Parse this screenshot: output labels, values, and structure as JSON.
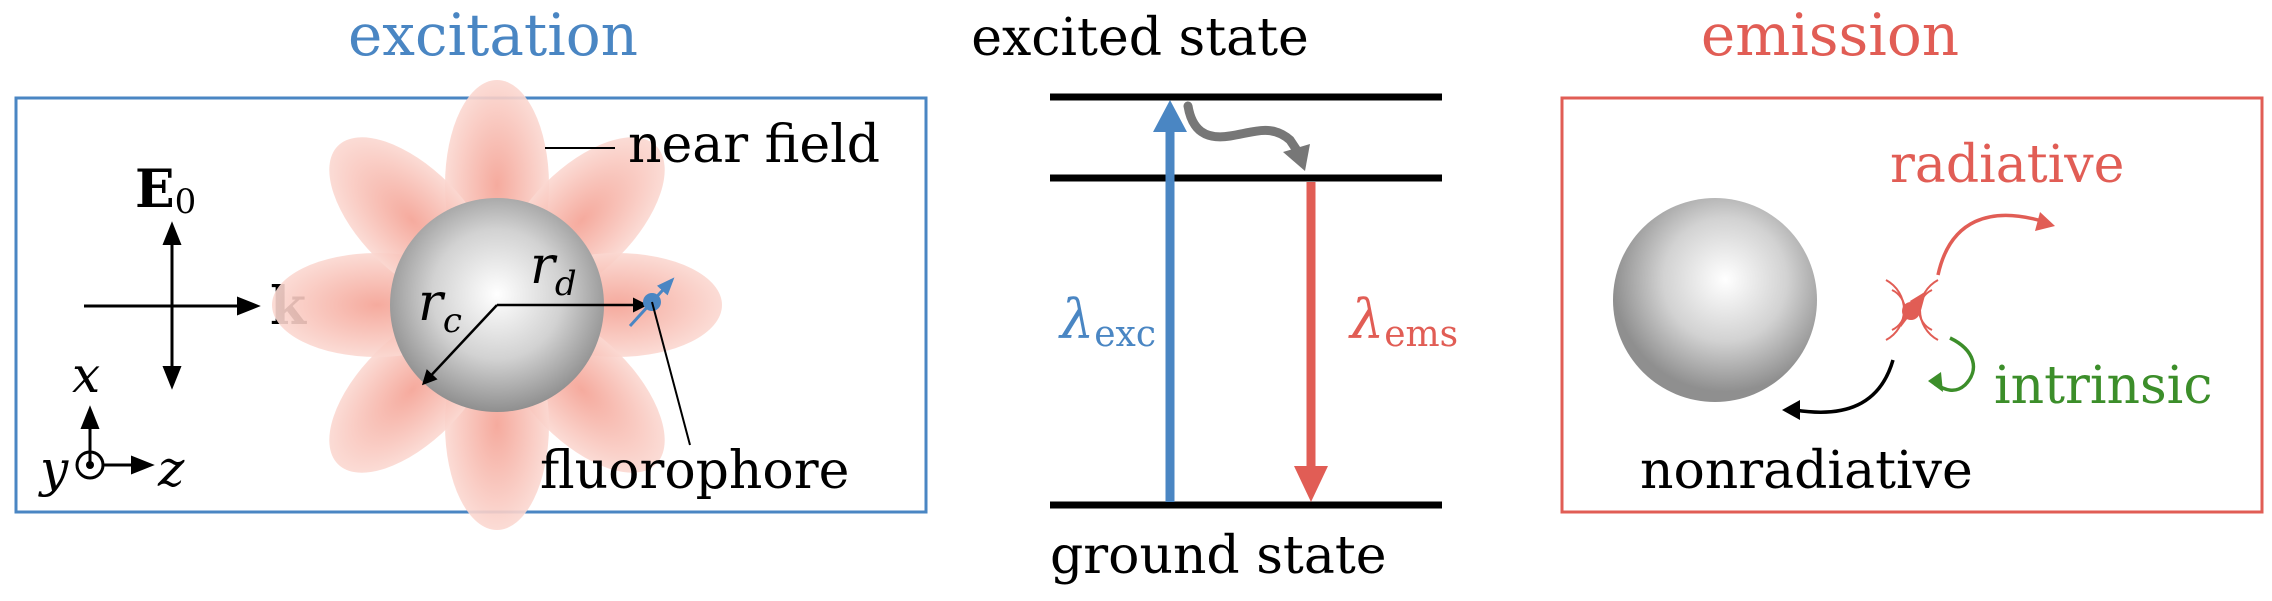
{
  "colors": {
    "blue": "#4a86c3",
    "red": "#e15d55",
    "green": "#3c8e2a",
    "black": "#000000",
    "gray": "#777777",
    "petal": "#f6b4aa"
  },
  "excitation": {
    "title": "excitation",
    "near_field_label": "near field",
    "fluorophore_label": "fluorophore",
    "E0": {
      "base": "E",
      "sub": "0"
    },
    "k_label": "k",
    "x_label": "x",
    "y_label": "y",
    "z_label": "z",
    "rc": {
      "base": "r",
      "sub": "c"
    },
    "rd": {
      "base": "r",
      "sub": "d"
    }
  },
  "levels": {
    "excited_label": "excited state",
    "ground_label": "ground state",
    "exc": {
      "base": "λ",
      "sub": "exc"
    },
    "ems": {
      "base": "λ",
      "sub": "ems"
    }
  },
  "emission": {
    "title": "emission",
    "radiative_label": "radiative",
    "intrinsic_label": "intrinsic",
    "nonradiative_label": "nonradiative"
  }
}
